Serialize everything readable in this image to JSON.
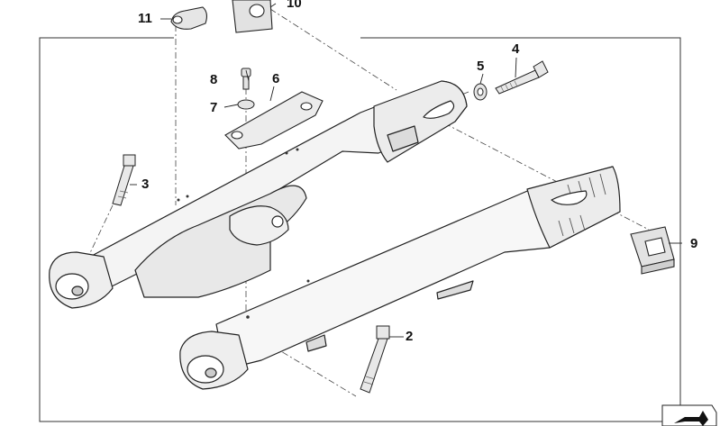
{
  "callouts": {
    "c1": "2",
    "c2": "3",
    "c3": "4",
    "c4": "5",
    "c5": "6",
    "c6": "7",
    "c7": "8",
    "c8": "9",
    "c9": "10",
    "c10": "11"
  },
  "icons": {
    "orientation_icon": "arrow-icon"
  }
}
